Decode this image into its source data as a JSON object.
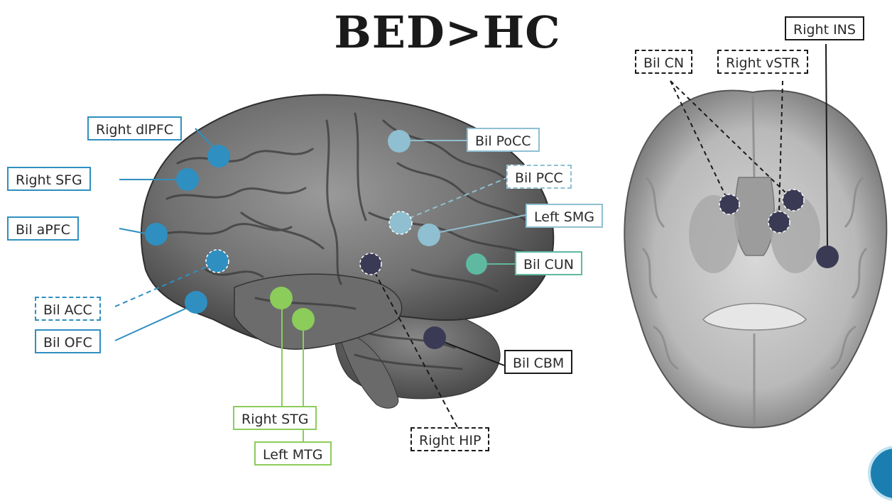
{
  "title": "BED>HC",
  "labels": {
    "right_dlpfc": "Right dlPFC",
    "right_sfg": "Right SFG",
    "bil_apfc": "Bil aPFC",
    "bil_acc": "Bil ACC",
    "bil_ofc": "Bil OFC",
    "right_stg": "Right STG",
    "left_mtg": "Left MTG",
    "right_hip": "Right HIP",
    "bil_cbm": "Bil CBM",
    "bil_cun": "Bil CUN",
    "left_smg": "Left SMG",
    "bil_pcc": "Bil PCC",
    "bil_pocc": "Bil PoCC",
    "bil_cn": "Bil CN",
    "right_vstr": "Right vSTR",
    "right_ins": "Right INS"
  },
  "colors": {
    "blue": "#2f8fc0",
    "light_blue": "#8fbfd0",
    "teal": "#5fb9a0",
    "green": "#8ccc5a",
    "dark": "#3a3a55",
    "brain_gray": "#6e6e6e"
  },
  "icons": {
    "sagittal_brain": "lateral-brain-illustration",
    "axial_brain": "axial-brain-slice-illustration",
    "corner": "corner-circle-decoration"
  }
}
